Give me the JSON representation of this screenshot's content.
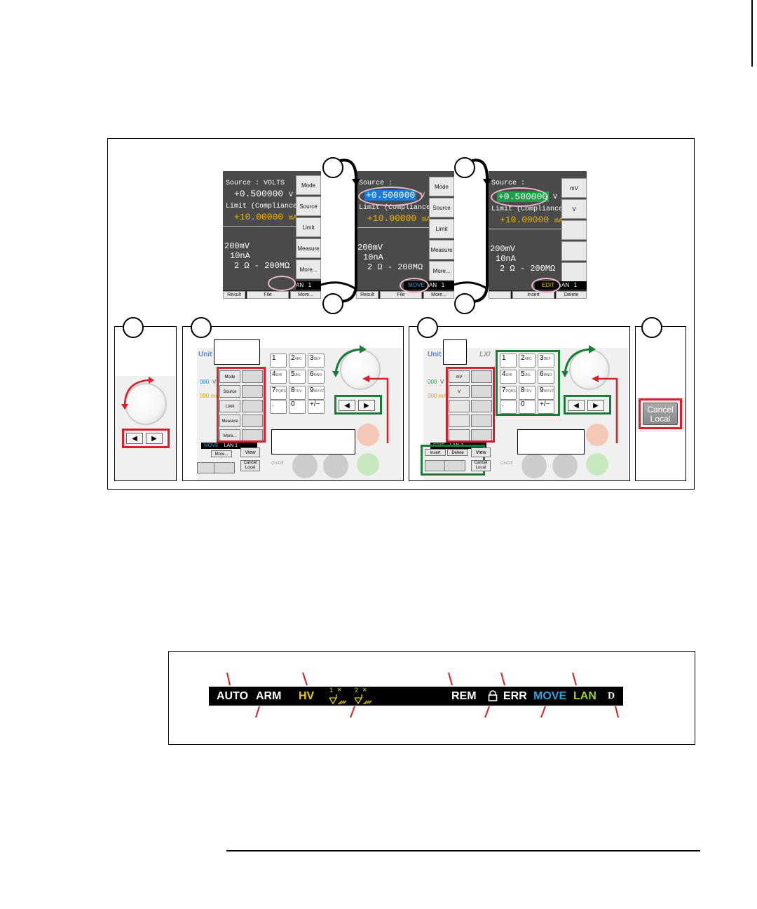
{
  "screens": [
    {
      "source_label": "Source :",
      "source_mode": "VOLTS",
      "source_value": "+0.500000",
      "source_unit": "V",
      "limit_label": "Limit (Compliance) :",
      "limit_value": "+10.00000",
      "limit_unit": "mA",
      "range1": "200mV",
      "range2": "10nA",
      "range3": "2 Ω - 200MΩ",
      "softkeys": [
        "Mode",
        "Source",
        "Limit",
        "Measure",
        "More..."
      ],
      "bottom_keys": [
        "Result",
        "File",
        "More..."
      ],
      "mode_indicator": "",
      "lan": "AN",
      "ch": "1"
    },
    {
      "source_label": "Source :",
      "source_value": "+0.500000",
      "source_unit": "V",
      "limit_label": "Limit (Compliance) :",
      "limit_value": "+10.00000",
      "limit_unit": "mA",
      "range1": "200mV",
      "range2": "10nA",
      "range3": "2 Ω - 200MΩ",
      "softkeys": [
        "Mode",
        "Source",
        "Limit",
        "Measure",
        "More..."
      ],
      "bottom_keys": [
        "Result",
        "File",
        "More..."
      ],
      "mode_indicator": "MOVE",
      "lan": "AN",
      "ch": "1"
    },
    {
      "source_label": "Source :",
      "source_value": "+0.500000",
      "source_unit": "V",
      "limit_label": "Limit (Compliance) :",
      "limit_value": "+10.00000",
      "limit_unit": "mA",
      "range1": "200mV",
      "range2": "10nA",
      "range3": "2 Ω - 200MΩ",
      "softkeys": [
        "mV",
        "V",
        "",
        "",
        ""
      ],
      "bottom_keys": [
        "Insert",
        "Delete"
      ],
      "mode_indicator": "EDIT",
      "lan": "AN",
      "ch": "1"
    }
  ],
  "panels": {
    "p2": {
      "unit_label": "Unit",
      "softkeys": [
        "Mode",
        "Source",
        "Limit",
        "Measure",
        "More..."
      ],
      "keypad": [
        {
          "d": "1",
          "l": ""
        },
        {
          "d": "2",
          "l": "ABC"
        },
        {
          "d": "3",
          "l": "DEF"
        },
        {
          "d": "4",
          "l": "GHI"
        },
        {
          "d": "5",
          "l": "JKL"
        },
        {
          "d": "6",
          "l": "MNO"
        },
        {
          "d": "7",
          "l": "PQRS"
        },
        {
          "d": "8",
          "l": "TUV"
        },
        {
          "d": "9",
          "l": "WXYZ"
        },
        {
          "d": ".",
          "l": ""
        },
        {
          "d": "0",
          "l": ""
        },
        {
          "d": "+/−",
          "l": ""
        }
      ],
      "status_move": "MOVE",
      "status_lan": "LAN",
      "status_ch": "1",
      "view": "View",
      "cancel": "Cancel Local",
      "partial_v": "V",
      "partial_a": "mA",
      "partial_vals": [
        "000",
        "000"
      ],
      "more": "More...",
      "onoff": "On/Off"
    },
    "p3": {
      "unit_label": "Unit",
      "lxi": "LXI",
      "softkeys": [
        "mV",
        "V",
        "",
        "",
        ""
      ],
      "keypad": [
        {
          "d": "1",
          "l": ""
        },
        {
          "d": "2",
          "l": "ABC"
        },
        {
          "d": "3",
          "l": "DEF"
        },
        {
          "d": "4",
          "l": "GHI"
        },
        {
          "d": "5",
          "l": "JKL"
        },
        {
          "d": "6",
          "l": "MNO"
        },
        {
          "d": "7",
          "l": "PQRS"
        },
        {
          "d": "8",
          "l": "TUV"
        },
        {
          "d": "9",
          "l": "WXYZ"
        },
        {
          "d": ".",
          "l": ""
        },
        {
          "d": "0",
          "l": ""
        },
        {
          "d": "+/−",
          "l": ""
        }
      ],
      "status_edit": "EDIT",
      "status_lan": "LAN",
      "status_ch": "1",
      "insert": "Insert",
      "delete": "Delete",
      "view": "View",
      "cancel": "Cancel Local",
      "partial_v": "V",
      "partial_a": "mA",
      "partial_vals": [
        "000",
        "000"
      ],
      "onoff": "On/Off"
    },
    "p4": {
      "cancel_line1": "Cancel",
      "cancel_line2": "Local"
    },
    "arrows": {
      "left": "◀",
      "right": "▶"
    }
  },
  "statusbar": {
    "auto": "AUTO",
    "arm": "ARM",
    "hv": "HV",
    "rem": "REM",
    "err": "ERR",
    "move": "MOVE",
    "lan": "LAN",
    "d": "D",
    "ch1": "1",
    "ch2": "2",
    "x": "×",
    "lock_icon": "lock-icon"
  },
  "colors": {
    "red": "#d4202a",
    "green": "#1e7a3a",
    "pink": "#f0b8d0",
    "move_blue": "#29a3e0",
    "hv_yellow": "#e8d000",
    "lan_green": "#9ccf3a",
    "highlight_blue": "#1a7bd6",
    "highlight_green": "#1aa04a"
  }
}
